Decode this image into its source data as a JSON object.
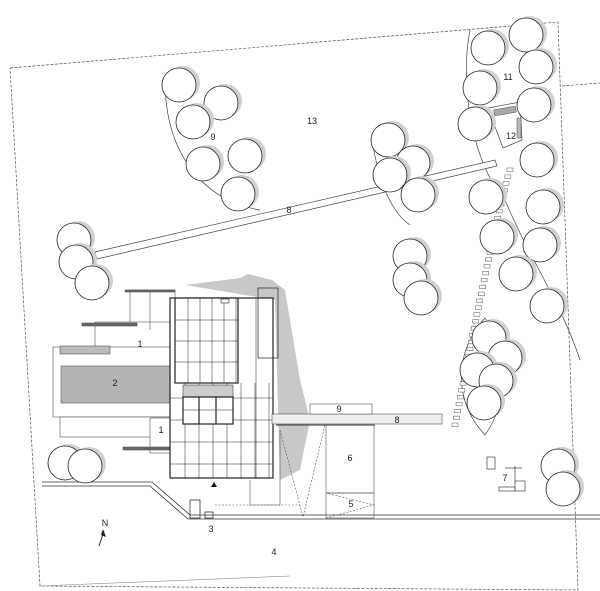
{
  "labels": {
    "lawn": "13",
    "tree_grove_west": "9",
    "path_diagonal": "8",
    "tree_grove_east": "11",
    "pavilion": "12",
    "deck_upper": "1",
    "pool": "2",
    "deck_lower": "1",
    "bench": "9",
    "walkway": "8",
    "garage": "6",
    "carport": "5",
    "play_area": "7",
    "entry": "3",
    "street": "4",
    "north": "N"
  },
  "colors": {
    "line": "#333333",
    "shadow": "#c8c8c8",
    "pool": "#b4b4b4"
  }
}
